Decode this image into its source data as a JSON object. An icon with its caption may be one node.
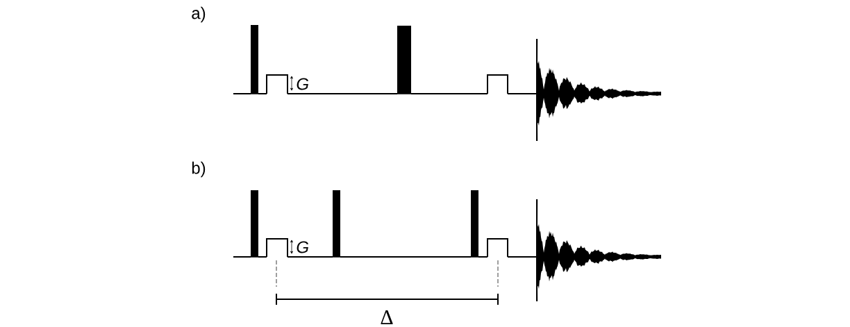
{
  "diagram": {
    "nodes": [
      {
        "text": [],
        "shape": "bar"
      },
      {
        "text": [],
        "shape": "box"
      },
      {
        "text": [],
        "shape": "bar"
      },
      {
        "text": [],
        "shape": "box"
      },
      {
        "text": [],
        "shape": "picture"
      },
      {
        "text": [],
        "shape": "bar"
      },
      {
        "text": [],
        "shape": "box"
      },
      {
        "text": [],
        "shape": "bar"
      },
      {
        "text": [],
        "shape": "bar"
      },
      {
        "text": [],
        "shape": "box"
      },
      {
        "text": [],
        "shape": "picture"
      }
    ],
    "edges": [
      {
        "from": null,
        "to": 0,
        "arrow": "none"
      },
      {
        "from": 0,
        "to": 1,
        "arrow": "none"
      },
      {
        "from": 1,
        "to": 2,
        "arrow": "none"
      },
      {
        "from": 2,
        "to": 3,
        "arrow": "none"
      },
      {
        "from": 3,
        "to": 4,
        "arrow": "none"
      },
      {
        "from": null,
        "to": 5,
        "arrow": "none"
      },
      {
        "from": 5,
        "to": 6,
        "arrow": "none"
      },
      {
        "from": 6,
        "to": 7,
        "arrow": "none"
      },
      {
        "from": 7,
        "to": 8,
        "arrow": "none"
      },
      {
        "from": 8,
        "to": 9,
        "arrow": "none"
      },
      {
        "from": 9,
        "to": 10,
        "arrow": "none"
      }
    ],
    "labels": [
      "a)",
      "G",
      "b)",
      "G",
      "Δ"
    ]
  }
}
